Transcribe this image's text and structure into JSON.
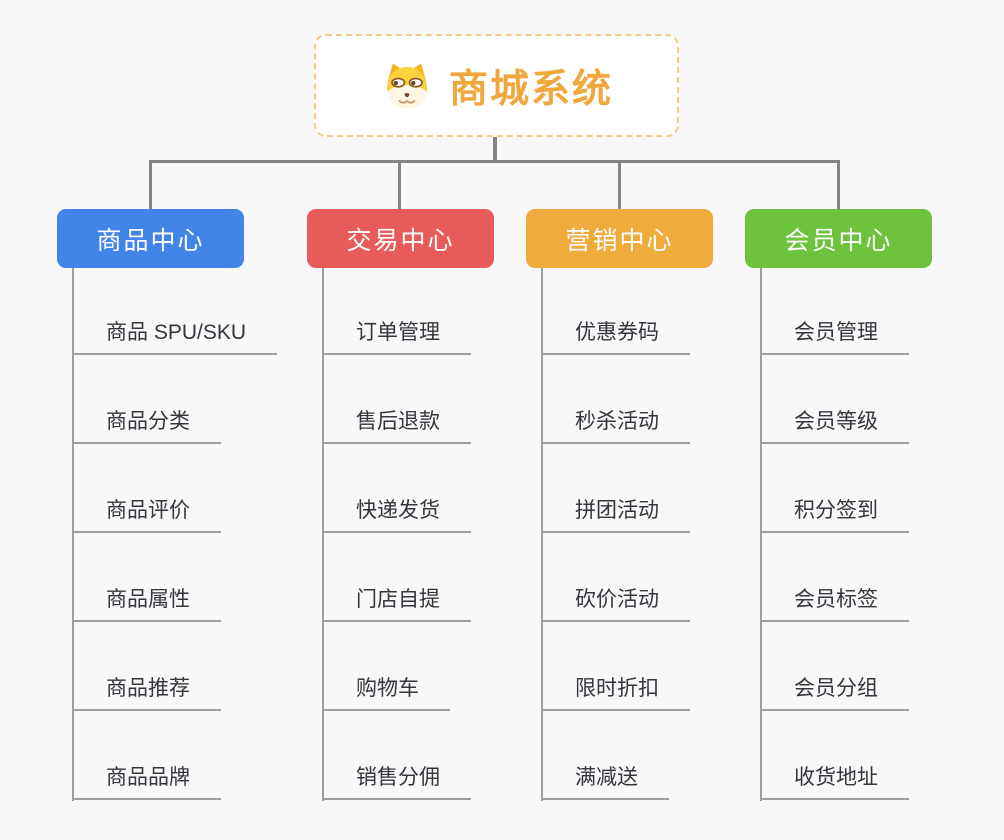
{
  "root": {
    "label": "商城系统",
    "icon": "dog-face-icon",
    "text_color": "#f0a83e",
    "border_color": "#f3ca86"
  },
  "colors": {
    "background": "#f8f8f8",
    "connector": "#858585",
    "leaf_line": "#9e9e9e",
    "leaf_text": "#35353d"
  },
  "branches": [
    {
      "label": "商品中心",
      "color": "#4285e8",
      "children": [
        "商品 SPU/SKU",
        "商品分类",
        "商品评价",
        "商品属性",
        "商品推荐",
        "商品品牌"
      ]
    },
    {
      "label": "交易中心",
      "color": "#e85b5b",
      "children": [
        "订单管理",
        "售后退款",
        "快递发货",
        "门店自提",
        "购物车",
        "销售分佣"
      ]
    },
    {
      "label": "营销中心",
      "color": "#efac3d",
      "children": [
        "优惠券码",
        "秒杀活动",
        "拼团活动",
        "砍价活动",
        "限时折扣",
        "满减送"
      ]
    },
    {
      "label": "会员中心",
      "color": "#6dc23e",
      "children": [
        "会员管理",
        "会员等级",
        "积分签到",
        "会员标签",
        "会员分组",
        "收货地址"
      ]
    }
  ]
}
